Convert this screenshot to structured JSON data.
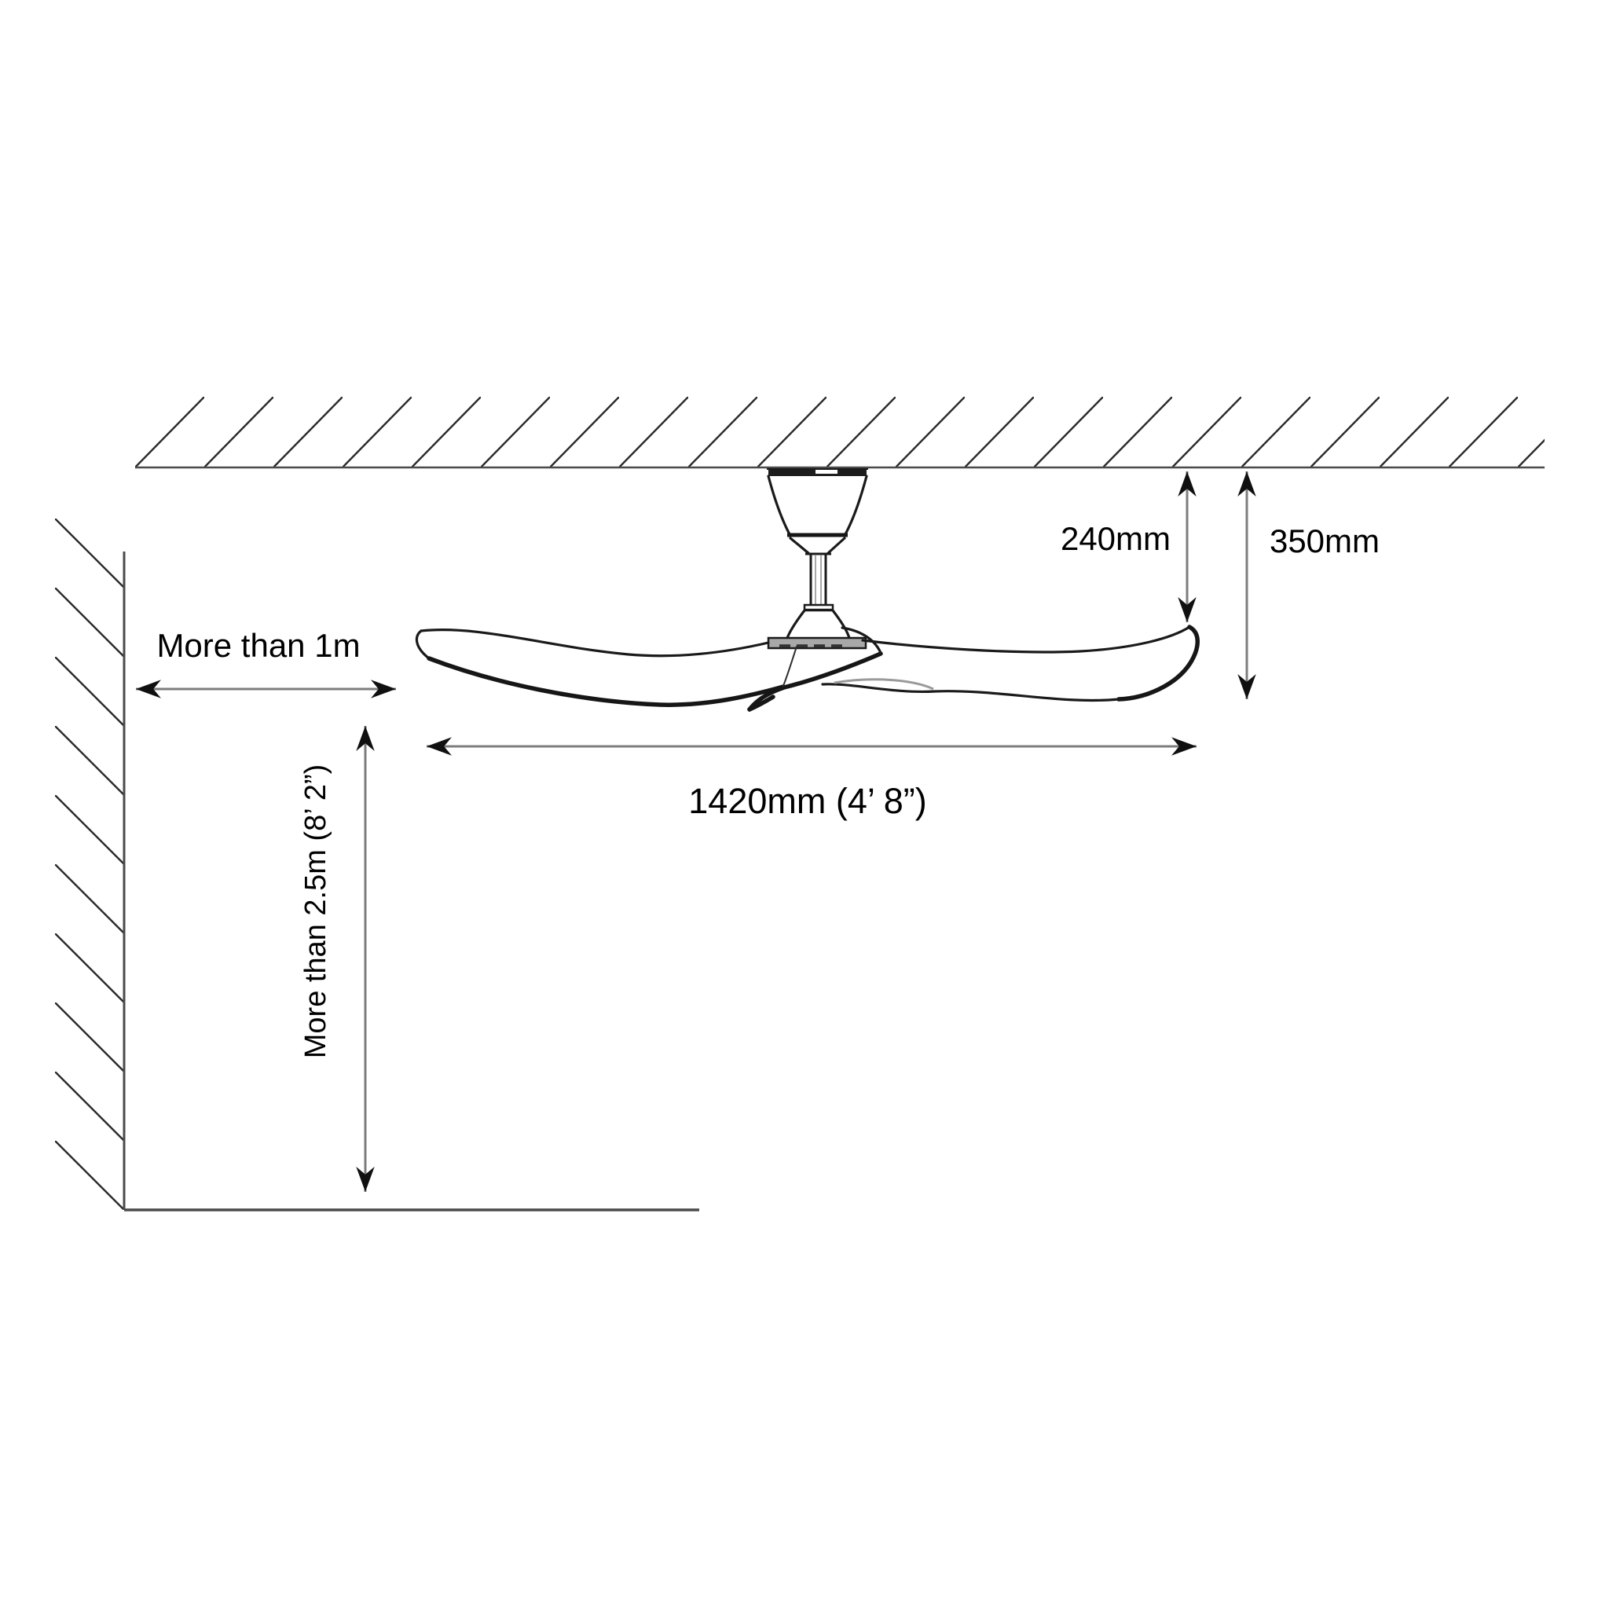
{
  "diagram": {
    "labels": {
      "clearance_ceiling_to_blade": "240mm",
      "clearance_ceiling_to_fan_bottom": "350mm",
      "blade_sweep": "1420mm  (4’ 8”)",
      "wall_clearance": "More than 1m",
      "floor_clearance": "More than 2.5m (8’ 2”)"
    },
    "colors": {
      "line": "#2a2a2a",
      "dim": "#7d7d7d",
      "head": "#101010",
      "text": "#000000",
      "bg": "#ffffff"
    }
  }
}
